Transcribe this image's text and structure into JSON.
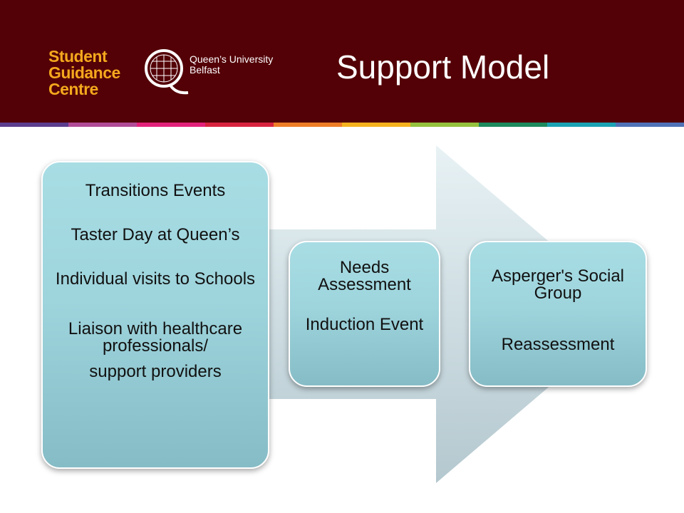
{
  "header": {
    "title": "Support Model",
    "logo_line1": "Student",
    "logo_line2": "Guidance",
    "logo_line3": "Centre",
    "university_line1": "Queen’s University",
    "university_line2": "Belfast",
    "stripe_colors": [
      "#5b3d8e",
      "#b24b97",
      "#e2227a",
      "#d8233f",
      "#ee7d26",
      "#f6b320",
      "#95c23d",
      "#1d8a5e",
      "#1aa2b3",
      "#4f72b7"
    ]
  },
  "stages": [
    {
      "items": [
        "Transitions Events",
        "Taster Day at Queen’s",
        "Individual visits to Schools",
        "Liaison with healthcare professionals/",
        "support providers"
      ]
    },
    {
      "items": [
        "Needs Assessment",
        "Induction Event"
      ]
    },
    {
      "items": [
        "Asperger's Social Group",
        "Reassessment"
      ]
    }
  ]
}
